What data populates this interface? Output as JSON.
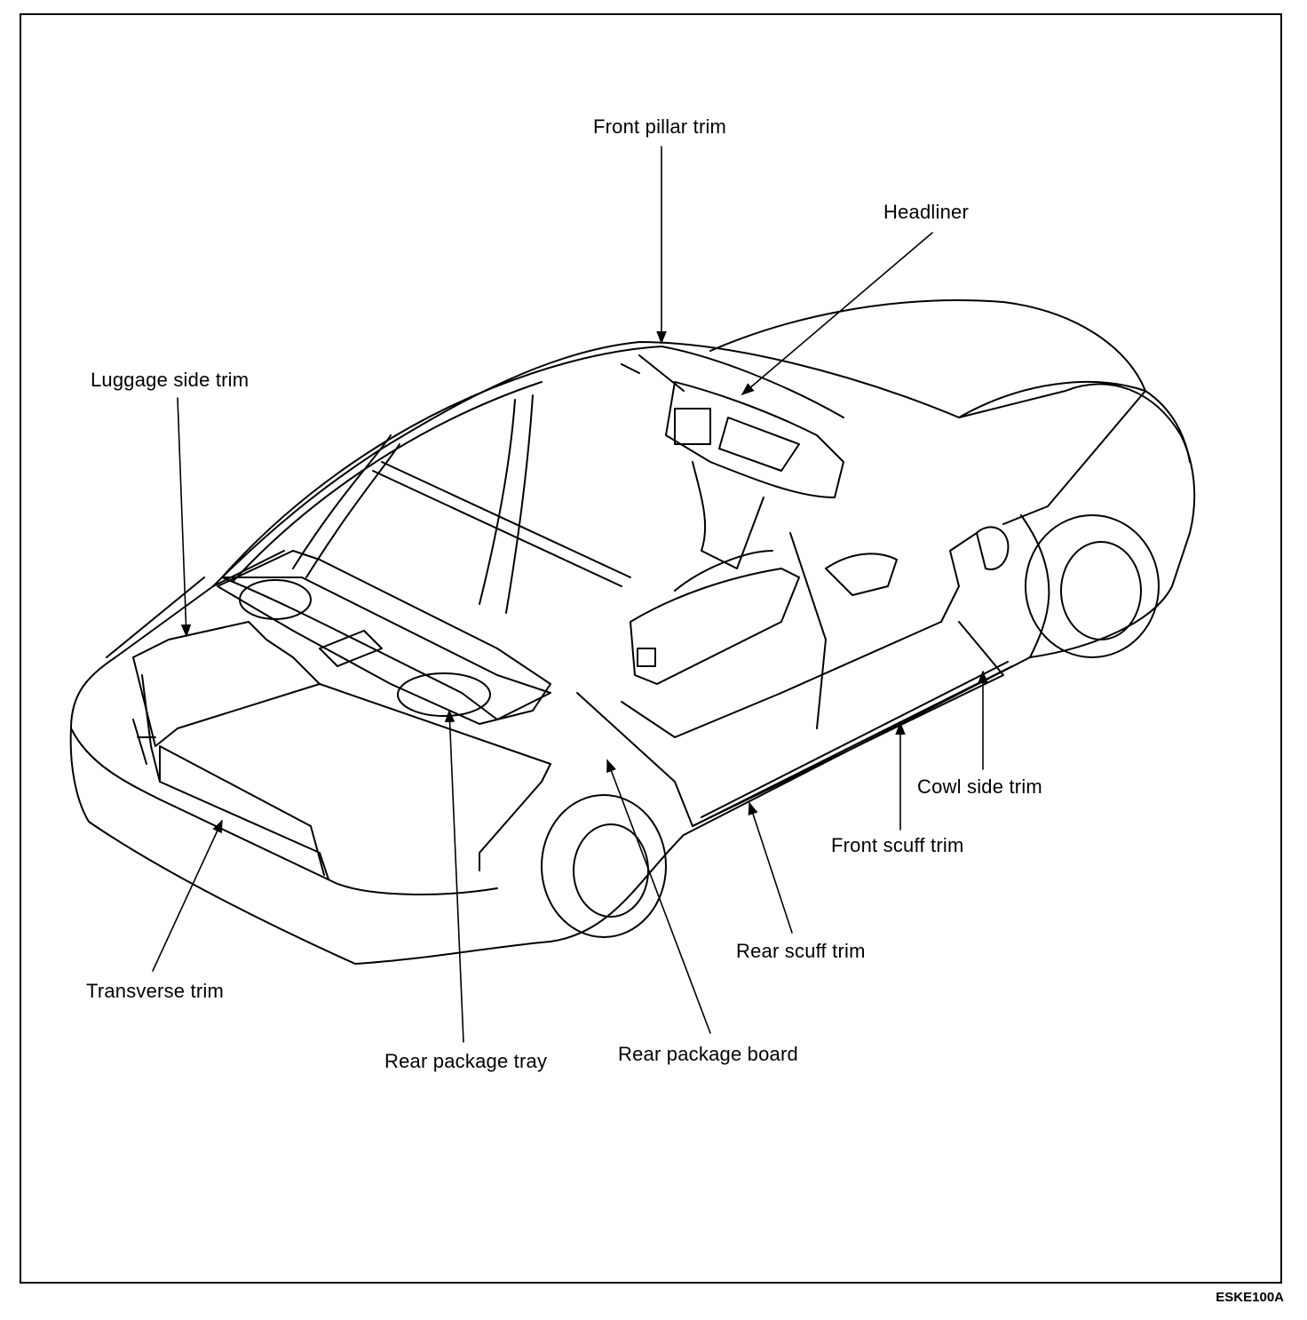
{
  "diagram": {
    "labels": {
      "front_pillar_trim": "Front pillar trim",
      "headliner": "Headliner",
      "luggage_side_trim": "Luggage side trim",
      "cowl_side_trim": "Cowl side trim",
      "front_scuff_trim": "Front scuff trim",
      "rear_scuff_trim": "Rear scuff trim",
      "transverse_trim": "Transverse trim",
      "rear_package_tray": "Rear package tray",
      "rear_package_board": "Rear package board"
    },
    "figure_code": "ESKE100A"
  }
}
